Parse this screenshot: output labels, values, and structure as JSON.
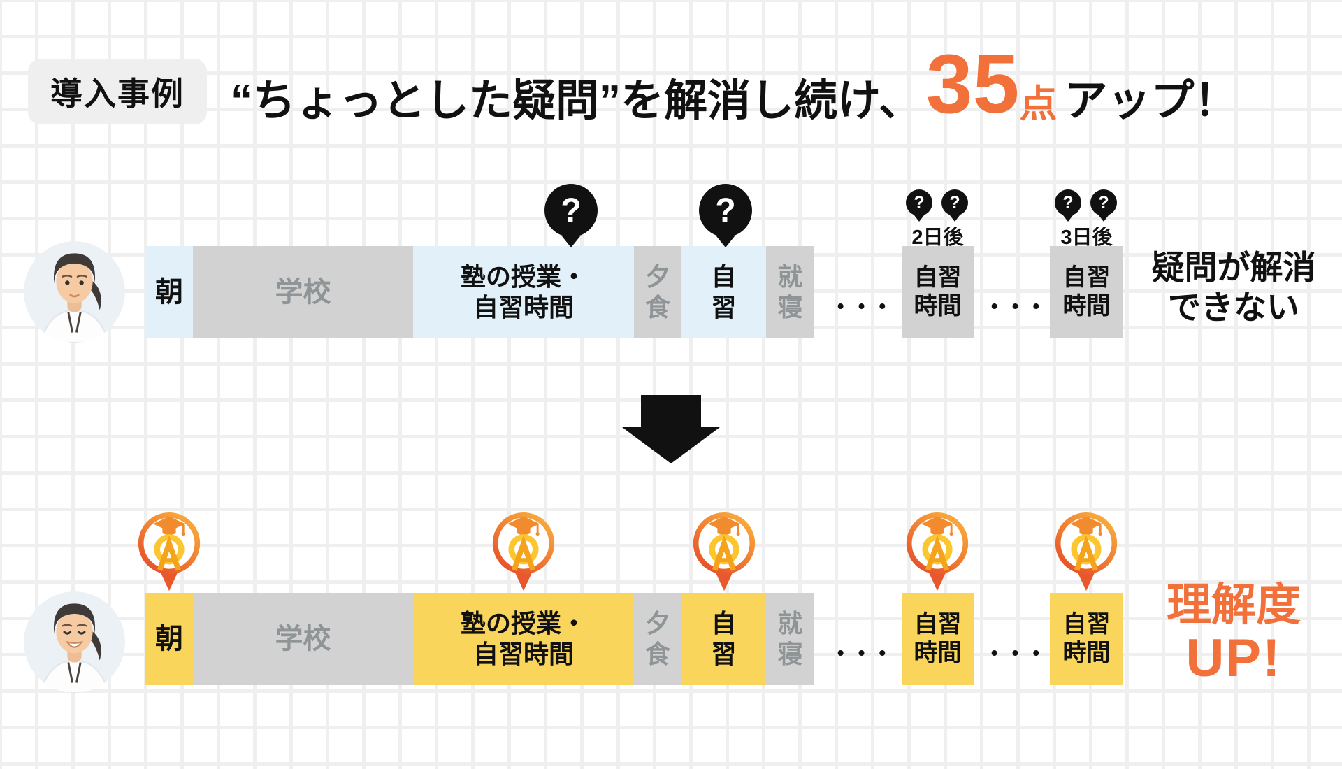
{
  "colors": {
    "accent_orange": "#F2703A",
    "highlight_yellow": "#FAD55C",
    "highlight_blue": "#E1F0F9",
    "muted_gray": "#D2D2D2",
    "muted_gray_text": "#8F9496",
    "black": "#111111"
  },
  "header": {
    "badge": "導入事例",
    "headline_pre": "“ちょっとした疑問”を解消し続け、",
    "score": "35",
    "score_unit": "点",
    "headline_post": "アップ！"
  },
  "timeline": {
    "segments": {
      "asa": "朝",
      "gakko": "学校",
      "juku_line1": "塾の授業・",
      "juku_line2": "自習時間",
      "yushoku_top": "夕",
      "yushoku_bottom": "食",
      "jishu_top": "自",
      "jishu_bottom": "習",
      "shushin_top": "就",
      "shushin_bottom": "寝"
    },
    "later_blocks": [
      {
        "line1": "自習",
        "line2": "時間",
        "day_label": "2日後"
      },
      {
        "line1": "自習",
        "line2": "時間",
        "day_label": "3日後"
      }
    ],
    "ellipsis": "•••"
  },
  "before": {
    "question_mark": "?",
    "result_line1": "疑問が解消",
    "result_line2": "できない"
  },
  "after": {
    "result_line1": "理解度",
    "result_line2": "UP!"
  },
  "icons": {
    "question_balloon": "black speech bubble with ?",
    "ellipsis_dots": "•••",
    "down_arrow": "solid black down arrow",
    "qa_pin": "map pin with graduation cap and QA monogram"
  }
}
